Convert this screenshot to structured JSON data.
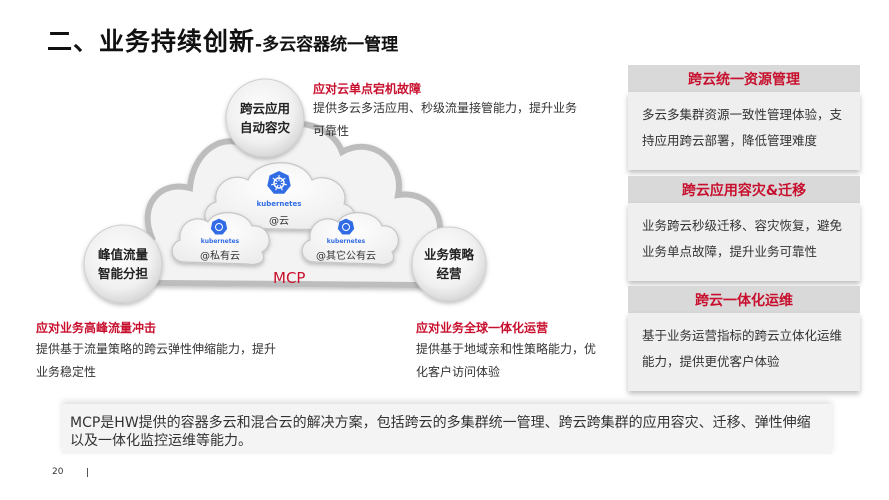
{
  "title": {
    "main": "二、业务持续创新",
    "sub": "-多云容器统一管理"
  },
  "diagram": {
    "circles": {
      "top": "跨云应用\n自动容灾",
      "left": "峰值流量\n智能分担",
      "right": "业务策略\n经营"
    },
    "clouds": {
      "main": {
        "logo": "kubernetes",
        "label": "@云"
      },
      "left": {
        "logo": "kubernetes",
        "label": "@私有云"
      },
      "right": {
        "logo": "kubernetes",
        "label": "@其它公有云"
      }
    },
    "mcp_label": "MCP",
    "callouts": {
      "top": {
        "title": "应对云单点宕机故障",
        "text": "提供多云多活应用、秒级流量接管能力，提升业务可靠性"
      },
      "left": {
        "title": "应对业务高峰流量冲击",
        "text": "提供基于流量策略的跨云弹性伸缩能力，提升业务稳定性"
      },
      "right": {
        "title": "应对业务全球一体化运营",
        "text": "提供基于地域亲和性策略能力，优化客户访问体验"
      }
    }
  },
  "panels": [
    {
      "title": "跨云统一资源管理",
      "text": "多云多集群资源一致性管理体验，支持应用跨云部署，降低管理难度"
    },
    {
      "title": "跨云应用容灾&迁移",
      "text": "业务跨云秒级迁移、容灾恢复，避免业务单点故障，提升业务可靠性"
    },
    {
      "title": "跨云一体化运维",
      "text": "基于业务运营指标的跨云立体化运维能力，提供更优客户体验"
    }
  ],
  "summary": "MCP是HW提供的容器多云和混合云的解决方案，包括跨云的多集群统一管理、跨云跨集群的应用容灾、迁移、弹性伸缩以及一体化监控运维等能力。",
  "footer": {
    "page": "20"
  },
  "colors": {
    "accent": "#c8102e",
    "k8s": "#326ce5",
    "panel_head": "#d9d9d9",
    "panel_body": "#efefef"
  }
}
